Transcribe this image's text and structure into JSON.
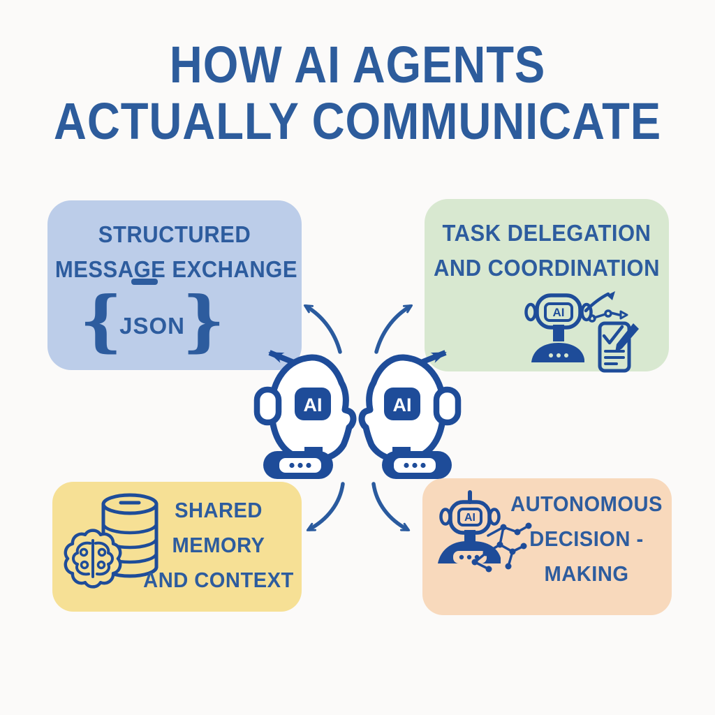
{
  "title": {
    "line1": "HOW AI AGENTS",
    "line2": "ACTUALLY COMMUNICATE"
  },
  "colors": {
    "background": "#fbfaf9",
    "title_text": "#2d5c9c",
    "heading_text": "#2d5c9e",
    "icon_navy": "#1e4c99",
    "box_blue": "#bccde9",
    "box_green": "#d8e8d0",
    "box_yellow": "#f6e095",
    "box_orange": "#f8d9bc"
  },
  "boxes": {
    "structured_message": {
      "line1": "STRUCTURED",
      "line2": "MESSAGE EXCHANGE",
      "icon": "json-braces-icon",
      "brace_open": "{",
      "brace_close": "}",
      "icon_label": "JSON"
    },
    "task_delegation": {
      "line1": "TASK DELEGATION",
      "line2": "AND COORDINATION",
      "icon": "robot-checklist-icon",
      "icon_label": "AI"
    },
    "shared_memory": {
      "line1": "SHARED",
      "line2": "MEMORY",
      "line3": "AND CONTEXT",
      "icon": "brain-database-icon"
    },
    "autonomous_decision": {
      "line1": "AUTONOMOUS",
      "line2": "DECISION -",
      "line3": "MAKING",
      "icon": "robot-network-icon",
      "icon_label": "AI"
    }
  },
  "center": {
    "left_robot_label": "AI",
    "right_robot_label": "AI",
    "icons": [
      "ai-robot-head-left-icon",
      "ai-robot-head-right-icon",
      "antenna-arrow-icons",
      "curved-exchange-arrow-icons"
    ]
  }
}
